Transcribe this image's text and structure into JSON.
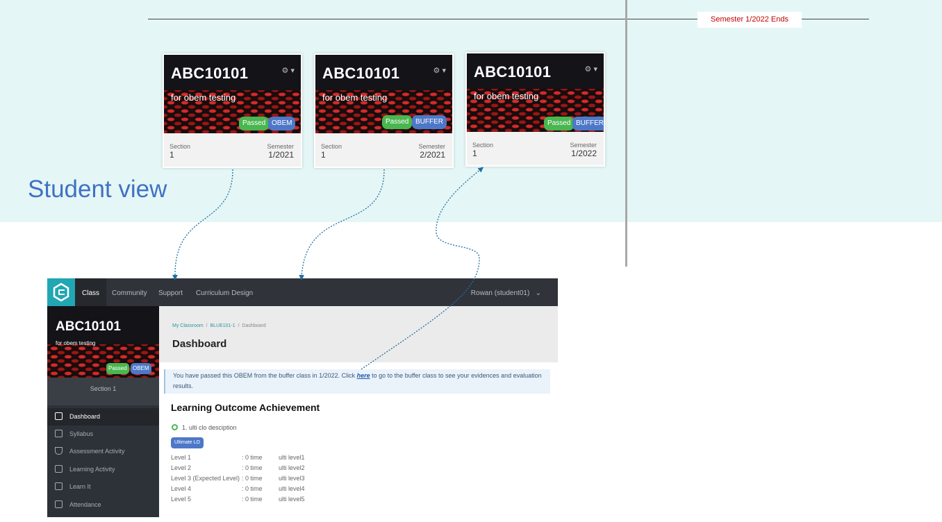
{
  "timeline": {
    "label": "Semester 1/2022 Ends"
  },
  "cards": [
    {
      "code": "ABC10101",
      "desc": "for obem testing",
      "badges": [
        "Passed",
        "OBEM"
      ],
      "section_label": "Section",
      "section": "1",
      "semester_label": "Semester",
      "semester": "1/2021"
    },
    {
      "code": "ABC10101",
      "desc": "for obem testing",
      "badges": [
        "Passed",
        "BUFFER"
      ],
      "section_label": "Section",
      "section": "1",
      "semester_label": "Semester",
      "semester": "2/2021"
    },
    {
      "code": "ABC10101",
      "desc": "for obem testing",
      "badges": [
        "Passed",
        "BUFFER"
      ],
      "section_label": "Section",
      "section": "1",
      "semester_label": "Semester",
      "semester": "1/2022"
    }
  ],
  "caption": "Student view",
  "app": {
    "nav": {
      "items": [
        "Class",
        "Community",
        "Support",
        "Curriculum Design"
      ],
      "user": "Rowan (student01)"
    },
    "sidebar": {
      "course_code": "ABC10101",
      "course_desc": "for obem testing",
      "badges": [
        "Passed",
        "OBEM"
      ],
      "section": "Section 1",
      "items": [
        {
          "label": "Dashboard",
          "icon": "dashboard-icon",
          "active": true
        },
        {
          "label": "Syllabus",
          "icon": "syllabus-icon"
        },
        {
          "label": "Assessment Activity",
          "icon": "trophy-icon"
        },
        {
          "label": "Learning Activity",
          "icon": "calendar-icon"
        },
        {
          "label": "Learn It",
          "icon": "play-icon"
        },
        {
          "label": "Attendance",
          "icon": "checkbox-icon"
        }
      ]
    },
    "breadcrumb": [
      "My Classroom",
      "BLUE101-1",
      "Dashboard"
    ],
    "page_title": "Dashboard",
    "notice": {
      "before": "You have passed this OBEM from the buffer class in 1/2022. Click ",
      "link": "here",
      "after": " to go to the buffer class to see your evidences and evaluation results."
    },
    "lo_title": "Learning Outcome Achievement",
    "clo": "1. ulti clo desciption",
    "lo_badge": "Ultimate LO",
    "levels": [
      {
        "name": "Level 1",
        "count": ": 0 time",
        "desc": "ulti level1"
      },
      {
        "name": "Level 2",
        "count": ": 0 time",
        "desc": "ulti level2"
      },
      {
        "name": "Level 3 (Expected Level)",
        "count": ": 0 time",
        "desc": "ulti level3"
      },
      {
        "name": "Level 4",
        "count": ": 0 time",
        "desc": "ulti level4"
      },
      {
        "name": "Level 5",
        "count": ": 0 time",
        "desc": "ulti level5"
      }
    ]
  },
  "colors": {
    "accent": "#21a6b3",
    "passed": "#49b64f",
    "badge_blue": "#4d78c8",
    "caption": "#3e72c4",
    "timeline_label": "#c00000"
  }
}
